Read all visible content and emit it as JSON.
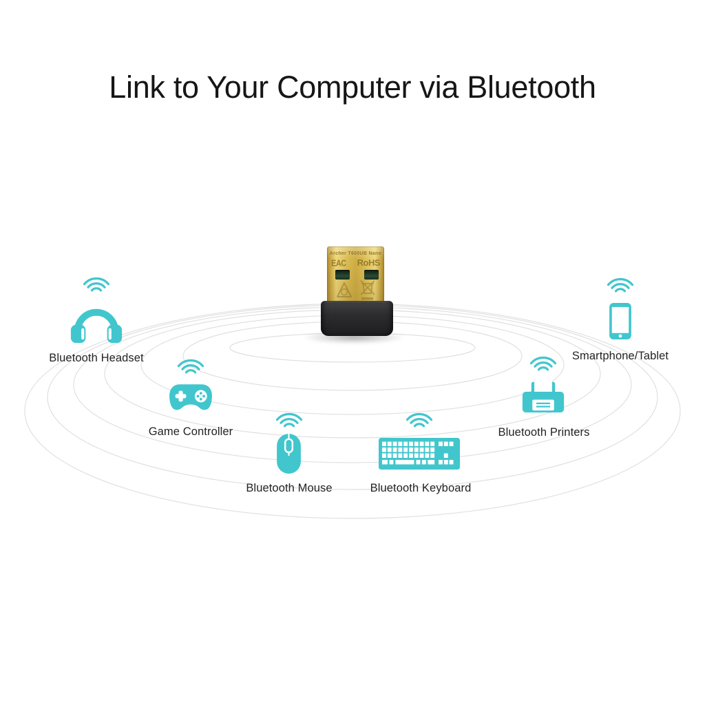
{
  "title": "Link to Your Computer via Bluetooth",
  "colors": {
    "accent_teal": "#41c6cd",
    "ripple_gray": "#e0e0e0",
    "title_text": "#161616",
    "label_text": "#232323",
    "connector_gold": "#d9bb53",
    "adapter_body_black": "#2d2d30"
  },
  "adapter": {
    "name": "usb-bluetooth-adapter",
    "model_text": "Archer T600UB Nano",
    "marking_left": "EAC",
    "marking_right": "RoHS"
  },
  "devices": [
    {
      "id": "bluetooth-headset",
      "label": "Bluetooth Headset",
      "icon": "headset-icon"
    },
    {
      "id": "game-controller",
      "label": "Game Controller",
      "icon": "gamepad-icon"
    },
    {
      "id": "bluetooth-mouse",
      "label": "Bluetooth Mouse",
      "icon": "mouse-icon"
    },
    {
      "id": "bluetooth-keyboard",
      "label": "Bluetooth Keyboard",
      "icon": "keyboard-icon"
    },
    {
      "id": "bluetooth-printers",
      "label": "Bluetooth Printers",
      "icon": "printer-icon"
    },
    {
      "id": "smartphone-tablet",
      "label": "Smartphone/Tablet",
      "icon": "smartphone-icon"
    }
  ]
}
